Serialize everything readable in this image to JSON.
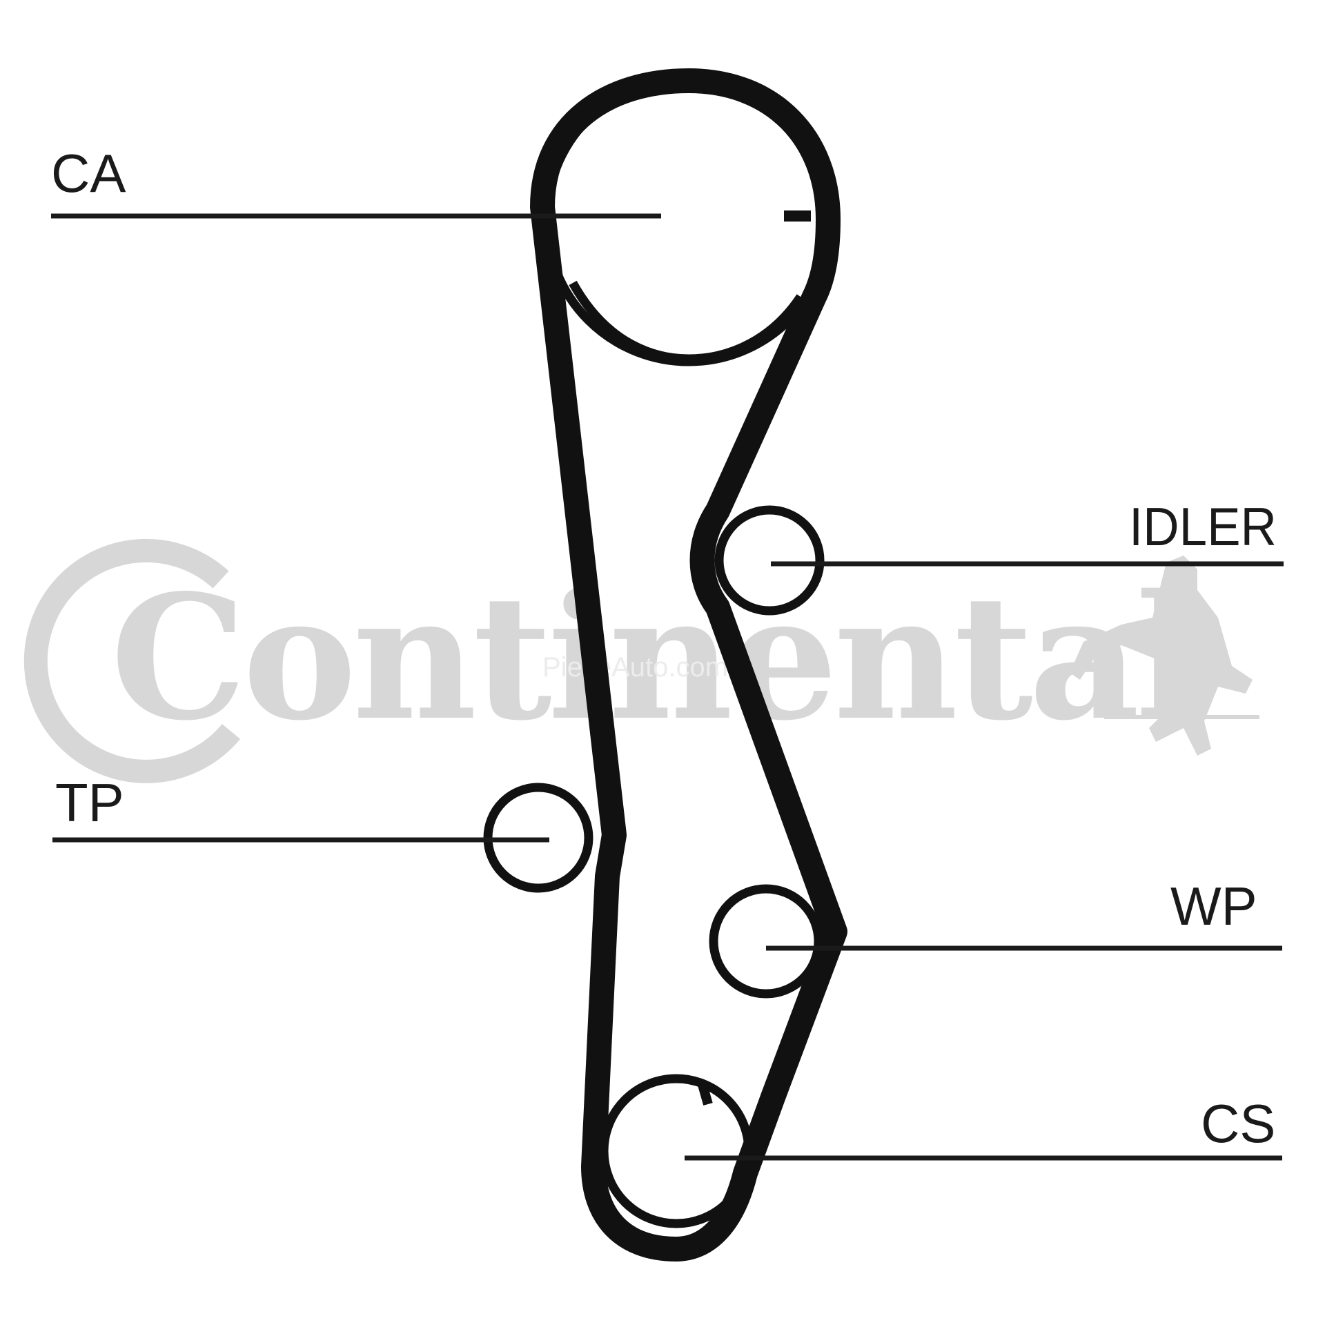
{
  "components": [
    {
      "id": "ca",
      "label": "CA"
    },
    {
      "id": "idler",
      "label": "IDLER"
    },
    {
      "id": "tp",
      "label": "TP"
    },
    {
      "id": "wp",
      "label": "WP"
    },
    {
      "id": "cs",
      "label": "CS"
    }
  ],
  "watermark": {
    "brand": "Continental",
    "site": "PieseAuto.com"
  },
  "colors": {
    "line": "#111111",
    "watermark": "#d7d7d7",
    "background": "#ffffff"
  }
}
